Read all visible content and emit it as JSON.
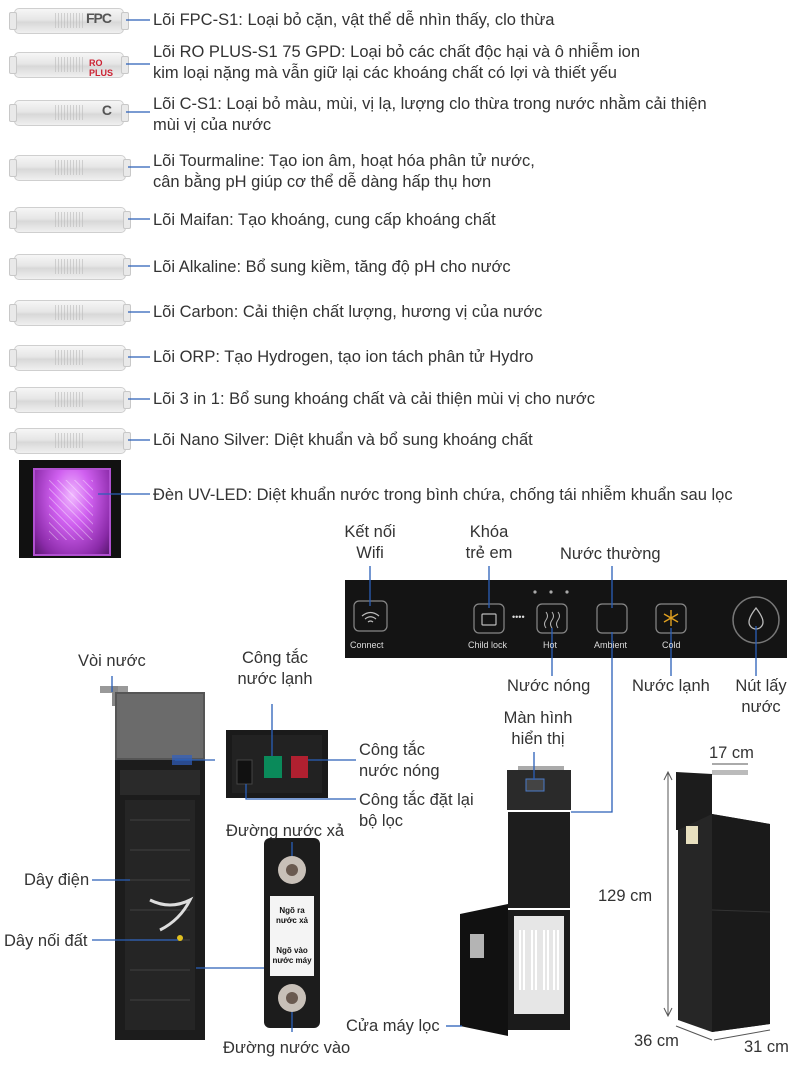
{
  "filters": [
    {
      "name": "Lõi FPC-S1: Loại bỏ cặn, vật thể dễ nhìn thấy, clo thừa",
      "lines": [
        "Lõi FPC-S1: Loại bỏ cặn, vật thể dễ nhìn thấy, clo thừa"
      ],
      "code": "FPC"
    },
    {
      "lines": [
        "Lõi RO PLUS-S1 75 GPD: Loại bỏ các chất độc hại và ô nhiễm ion",
        "kim loại nặng mà vẫn giữ lại các khoáng chất có lợi và thiết yếu"
      ],
      "code": "RO PLUS"
    },
    {
      "lines": [
        "Lõi C-S1: Loại bỏ màu, mùi, vị lạ, lượng clo thừa trong nước nhằm cải thiện",
        "mùi vị của nước"
      ],
      "code": "C"
    },
    {
      "lines": [
        "Lõi Tourmaline: Tạo ion âm, hoạt hóa phân tử nước,",
        "cân bằng pH giúp cơ thể dễ dàng hấp thụ hơn"
      ],
      "code": ""
    },
    {
      "lines": [
        "Lõi Maifan: Tạo khoáng, cung cấp khoáng chất"
      ],
      "code": ""
    },
    {
      "lines": [
        "Lõi Alkaline: Bổ sung kiềm, tăng độ pH cho nước"
      ],
      "code": ""
    },
    {
      "lines": [
        "Lõi Carbon: Cải thiện chất lượng, hương vị của nước"
      ],
      "code": ""
    },
    {
      "lines": [
        "Lõi ORP: Tạo Hydrogen, tạo ion tách phân tử Hydro"
      ],
      "code": ""
    },
    {
      "lines": [
        "Lõi 3 in 1: Bổ sung khoáng chất và cải thiện mùi vị cho nước"
      ],
      "code": ""
    },
    {
      "lines": [
        "Lõi Nano Silver: Diệt khuẩn và bổ sung khoáng chất"
      ],
      "code": ""
    }
  ],
  "uv_led": "Đèn UV-LED: Diệt khuẩn nước trong bình chứa, chống tái nhiễm khuẩn sau lọc",
  "panel": {
    "wifi_label": [
      "Kết nối",
      "Wifi"
    ],
    "childlock_label": [
      "Khóa",
      "trẻ em"
    ],
    "ambient_label": "Nước thường",
    "hot_label": "Nước nóng",
    "cold_label": "Nước lạnh",
    "dispense_label": [
      "Nút lấy",
      "nước"
    ],
    "btn_connect": "Connect",
    "btn_childlock": "Child lock",
    "btn_hot": "Hot",
    "btn_ambient": "Ambient",
    "btn_cold": "Cold",
    "dots": "••••"
  },
  "back": {
    "faucet": "Vòi nước",
    "cold_switch": [
      "Công tắc",
      "nước lạnh"
    ],
    "hot_switch": [
      "Công tắc",
      "nước nóng"
    ],
    "reset_switch": [
      "Công tắc đặt lại",
      "bộ lọc"
    ],
    "drain": "Đường nước xả",
    "power_cord": "Dây điện",
    "ground_wire": "Dây nối đất",
    "inlet": "Đường nước vào",
    "port_out": [
      "Ngõ ra",
      "nước xả"
    ],
    "port_in": [
      "Ngõ vào",
      "nước máy"
    ]
  },
  "front": {
    "display": [
      "Màn hình",
      "hiển thị"
    ],
    "filter_door": "Cửa máy lọc"
  },
  "dims": {
    "height": "129 cm",
    "top_depth": "17 cm",
    "width": "36 cm",
    "depth": "31 cm"
  },
  "colors": {
    "leader": "#2a5fb8",
    "uv": "#c040e0",
    "panel": "#141414"
  }
}
